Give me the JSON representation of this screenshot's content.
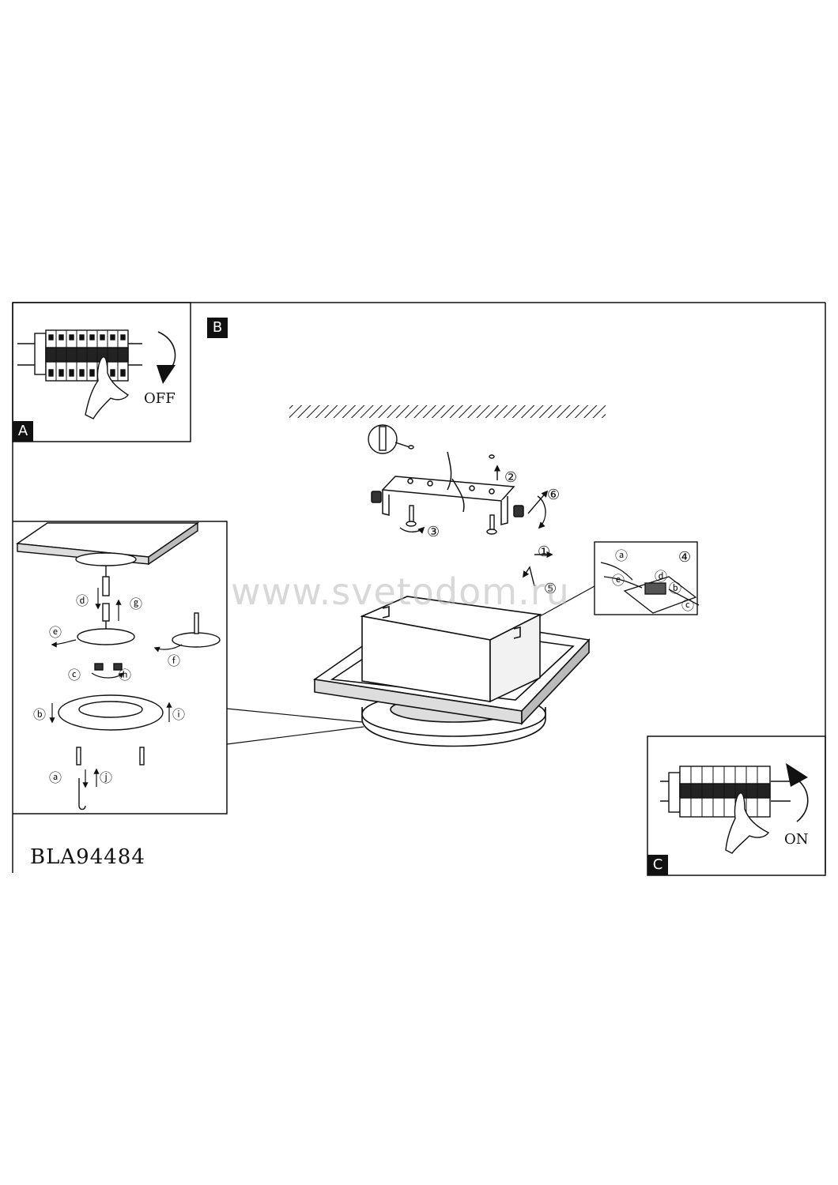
{
  "model_code": "BLA94484",
  "watermark": "www.svetodom.ru",
  "panels": {
    "a": {
      "badge": "A",
      "switch_label": "OFF"
    },
    "b": {
      "badge": "B"
    },
    "c": {
      "badge": "C",
      "switch_label": "ON"
    }
  },
  "main_steps": [
    "①",
    "②",
    "③",
    "④",
    "⑤",
    "⑥"
  ],
  "wiring_letters": [
    "ⓐ",
    "ⓑ",
    "ⓒ",
    "ⓓ",
    "ⓔ"
  ],
  "detail_letters": [
    "ⓐ",
    "ⓑ",
    "ⓒ",
    "ⓓ",
    "ⓔ",
    "ⓕ",
    "ⓖ",
    "ⓗ",
    "ⓘ",
    "ⓙ"
  ],
  "icons": [
    "breaker-panel-icon",
    "hand-icon",
    "rotate-arrow-icon",
    "screw-icon",
    "dowel-icon"
  ]
}
